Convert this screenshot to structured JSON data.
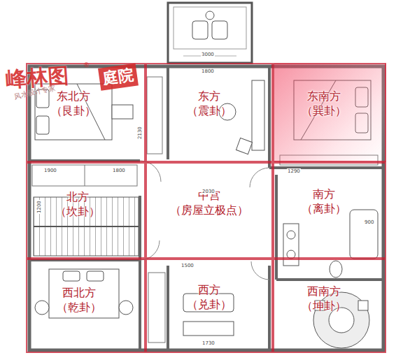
{
  "diagram": {
    "nodes": [
      {
        "text": [
          "东北方",
          "（艮卦）"
        ]
      },
      {
        "text": [
          "东方",
          "（震卦）"
        ]
      },
      {
        "text": [
          "东南方",
          "（巽卦）"
        ]
      },
      {
        "text": [
          "北方",
          "（坎卦）"
        ]
      },
      {
        "text": [
          "中宫",
          "（房屋立极点）"
        ]
      },
      {
        "text": [
          "南方",
          "（离卦）"
        ]
      },
      {
        "text": [
          "西北方",
          "（乾卦）"
        ]
      },
      {
        "text": [
          "西方",
          "（兑卦）"
        ]
      },
      {
        "text": [
          "西南方",
          "（坤卦）"
        ]
      }
    ],
    "labels": [
      "峰林图",
      "®",
      "庭院",
      "风水设计专家",
      "3000",
      "1800",
      "2130",
      "1900",
      "1800",
      "2030",
      "1290",
      "1200",
      "900",
      "1730",
      "1500"
    ]
  }
}
